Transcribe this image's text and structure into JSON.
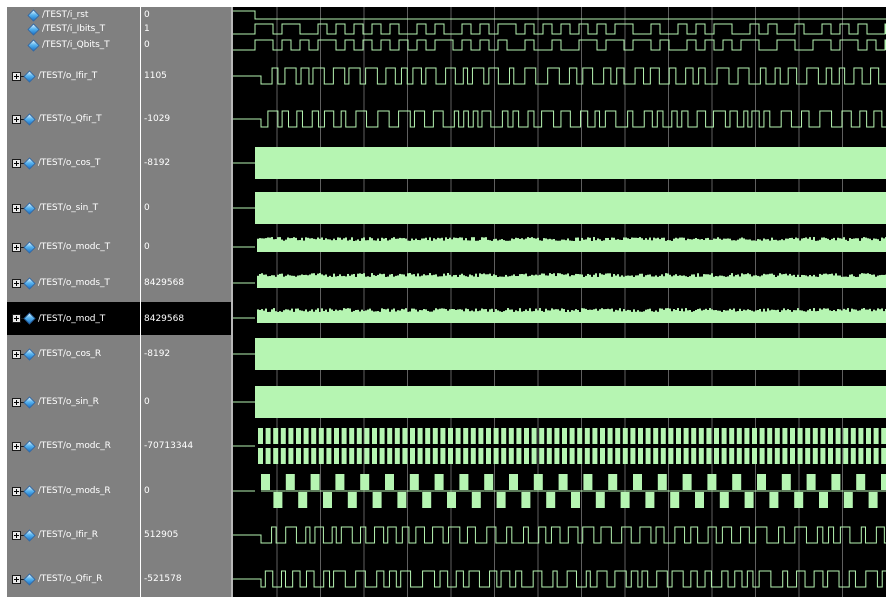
{
  "colors": {
    "wave_background": "#000000",
    "wave_color": "#b6f5b2",
    "grid_color": "#5f5f5f",
    "panel_background": "#808080",
    "selected_row": "#000000",
    "text": "#ffffff"
  },
  "signals": [
    {
      "name": "/TEST/i_rst",
      "value": "0",
      "kind": "bit",
      "wave": "reset",
      "expandable": false,
      "selected": false
    },
    {
      "name": "/TEST/i_Ibits_T",
      "value": "1",
      "kind": "bit",
      "wave": "bits",
      "expandable": false,
      "selected": false
    },
    {
      "name": "/TEST/i_Qbits_T",
      "value": "0",
      "kind": "bit",
      "wave": "bits",
      "expandable": false,
      "selected": false
    },
    {
      "name": "/TEST/o_Ifir_T",
      "value": "1105",
      "kind": "bus",
      "wave": "fir",
      "expandable": true,
      "selected": false
    },
    {
      "name": "/TEST/o_Qfir_T",
      "value": "-1029",
      "kind": "bus",
      "wave": "fir",
      "expandable": true,
      "selected": false
    },
    {
      "name": "/TEST/o_cos_T",
      "value": "-8192",
      "kind": "bus",
      "wave": "carrier",
      "expandable": true,
      "selected": false
    },
    {
      "name": "/TEST/o_sin_T",
      "value": "0",
      "kind": "bus",
      "wave": "carrier",
      "expandable": true,
      "selected": false
    },
    {
      "name": "/TEST/o_modc_T",
      "value": "0",
      "kind": "bus",
      "wave": "noise",
      "expandable": true,
      "selected": false
    },
    {
      "name": "/TEST/o_mods_T",
      "value": "8429568",
      "kind": "bus",
      "wave": "noise",
      "expandable": true,
      "selected": false
    },
    {
      "name": "/TEST/o_mod_T",
      "value": "8429568",
      "kind": "bus",
      "wave": "noise",
      "expandable": true,
      "selected": true
    },
    {
      "name": "/TEST/o_cos_R",
      "value": "-8192",
      "kind": "bus",
      "wave": "carrier",
      "expandable": true,
      "selected": false
    },
    {
      "name": "/TEST/o_sin_R",
      "value": "0",
      "kind": "bus",
      "wave": "carrier",
      "expandable": true,
      "selected": false
    },
    {
      "name": "/TEST/o_modc_R",
      "value": "-70713344",
      "kind": "bus",
      "wave": "blocks",
      "expandable": true,
      "selected": false
    },
    {
      "name": "/TEST/o_mods_R",
      "value": "0",
      "kind": "bus",
      "wave": "checker",
      "expandable": true,
      "selected": false
    },
    {
      "name": "/TEST/o_Ifir_R",
      "value": "512905",
      "kind": "bus",
      "wave": "fir",
      "expandable": true,
      "selected": false
    },
    {
      "name": "/TEST/o_Qfir_R",
      "value": "-521578",
      "kind": "bus",
      "wave": "fir",
      "expandable": true,
      "selected": false
    }
  ]
}
